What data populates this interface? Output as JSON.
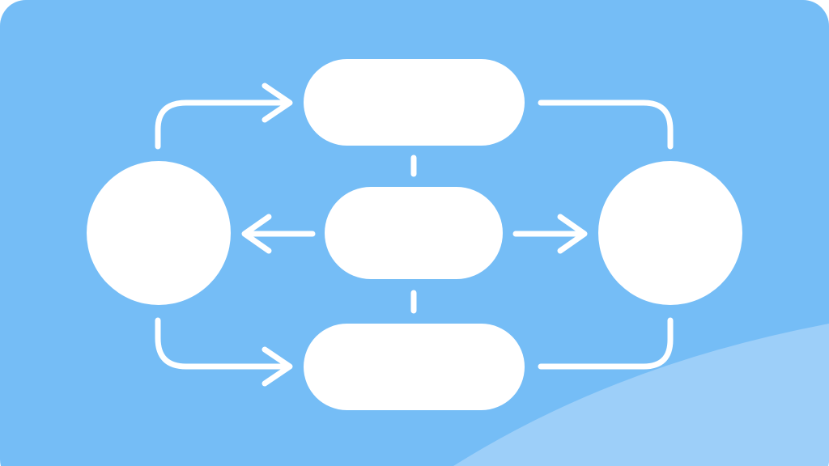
{
  "diagram": {
    "background_color": "#75bdf6",
    "accent_wave_color": "#9dcff9",
    "shape_color": "#ffffff",
    "nodes": [
      {
        "id": "left-circle",
        "shape": "circle"
      },
      {
        "id": "top-pill",
        "shape": "pill"
      },
      {
        "id": "center-pill",
        "shape": "pill"
      },
      {
        "id": "bottom-pill",
        "shape": "pill"
      },
      {
        "id": "right-circle",
        "shape": "circle"
      }
    ],
    "edges": [
      {
        "from": "left-circle",
        "to": "top-pill",
        "arrow": true
      },
      {
        "from": "top-pill",
        "to": "right-circle",
        "arrow": false
      },
      {
        "from": "left-circle",
        "to": "bottom-pill",
        "arrow": true
      },
      {
        "from": "bottom-pill",
        "to": "right-circle",
        "arrow": false
      },
      {
        "from": "center-pill",
        "to": "left-circle",
        "arrow": true
      },
      {
        "from": "center-pill",
        "to": "right-circle",
        "arrow": true
      },
      {
        "from": "top-pill",
        "to": "center-pill",
        "arrow": false,
        "style": "dash"
      },
      {
        "from": "center-pill",
        "to": "bottom-pill",
        "arrow": false,
        "style": "dash"
      }
    ]
  }
}
